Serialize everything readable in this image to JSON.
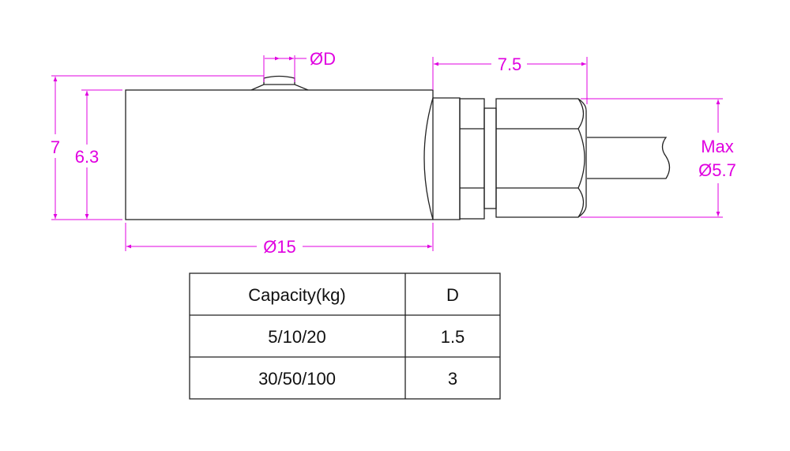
{
  "dimensions": {
    "height_total": "7",
    "height_body": "6.3",
    "button_diameter": "ØD",
    "body_diameter": "Ø15",
    "connector_length": "7.5",
    "cable_max_label": "Max",
    "cable_diameter": "Ø5.7"
  },
  "colors": {
    "dimension": "#e000e0",
    "outline": "#222222"
  },
  "table": {
    "headers": [
      "Capacity(kg)",
      "D"
    ],
    "rows": [
      [
        "5/10/20",
        "1.5"
      ],
      [
        "30/50/100",
        "3"
      ]
    ]
  }
}
